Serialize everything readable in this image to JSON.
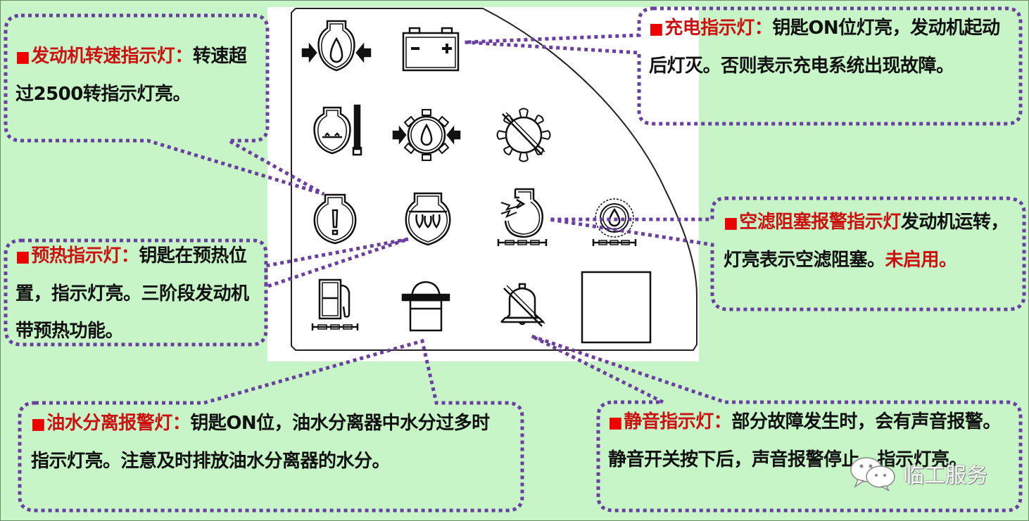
{
  "diagram": {
    "subject": "Excavator instrument panel indicator lights",
    "panel_icons": [
      {
        "row": 1,
        "col": 1,
        "icon": "engine-speed-icon"
      },
      {
        "row": 1,
        "col": 2,
        "icon": "battery-charge-icon",
        "symbols": [
          "-",
          "+"
        ]
      },
      {
        "row": 2,
        "col": 1,
        "icon": "engine-coolant-temp-icon"
      },
      {
        "row": 2,
        "col": 2,
        "icon": "engine-oil-pressure-icon"
      },
      {
        "row": 2,
        "col": 3,
        "icon": "gear-crossed-icon"
      },
      {
        "row": 3,
        "col": 1,
        "icon": "engine-warning-icon"
      },
      {
        "row": 3,
        "col": 2,
        "icon": "preheat-icon"
      },
      {
        "row": 3,
        "col": 3,
        "icon": "air-filter-clog-icon"
      },
      {
        "row": 3,
        "col": 4,
        "icon": "hydraulic-oil-icon"
      },
      {
        "row": 4,
        "col": 1,
        "icon": "fuel-level-icon"
      },
      {
        "row": 4,
        "col": 2,
        "icon": "oil-water-separator-icon"
      },
      {
        "row": 4,
        "col": 3,
        "icon": "mute-bell-icon"
      },
      {
        "row": 4,
        "col": 4,
        "icon": "blank-indicator"
      }
    ]
  },
  "callouts": {
    "engine_speed": {
      "bullet": "■",
      "title": "发动机转速指示灯：",
      "body": "转速超过2500转指示灯亮。"
    },
    "charge": {
      "bullet": "■",
      "title": "充电指示灯：",
      "body": "钥匙ON位灯亮，发动机起动后灯灭。否则表示充电系统出现故障。"
    },
    "air_filter": {
      "bullet": "■",
      "title": "空滤阻塞报警指示灯",
      "body": "发动机运转，灯亮表示空滤阻塞。",
      "note": "未启用。"
    },
    "preheat": {
      "bullet": "■",
      "title": "预热指示灯：",
      "body": "钥匙在预热位置，指示灯亮。三阶段发动机带预热功能。"
    },
    "oil_water": {
      "bullet": "■",
      "title": "油水分离报警灯：",
      "body": "钥匙ON位，油水分离器中水分过多时指示灯亮。注意及时排放油水分离器的水分。"
    },
    "mute": {
      "bullet": "■",
      "title": "静音指示灯：",
      "body": "部分故障发生时，会有声音报警。静音开关按下后，声音报警停止，指示灯亮。"
    }
  },
  "watermark": {
    "icon": "wechat-icon",
    "text": "临工服务"
  },
  "colors": {
    "background": "#c8f5c8",
    "callout_border": "#6a3fa0",
    "title_red": "#cc1111",
    "bullet_red": "#ee0000",
    "text": "#111111"
  }
}
